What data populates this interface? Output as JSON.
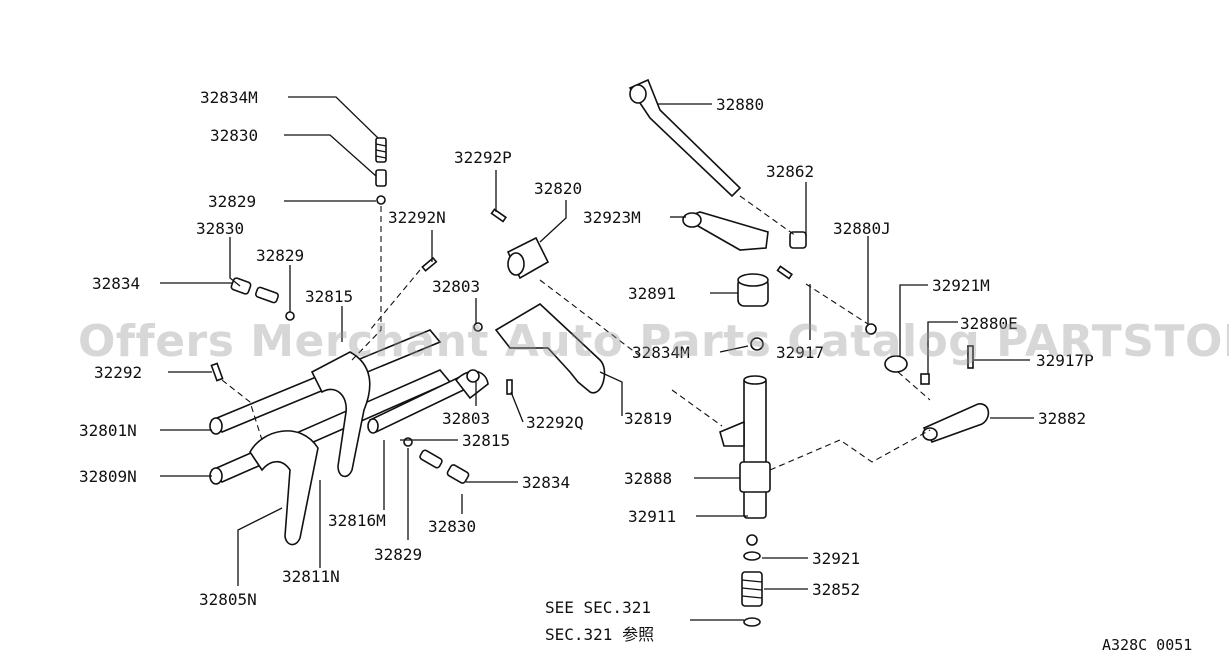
{
  "watermark": "Offers Merchant Auto Parts Catalog PARTSTORE.SA",
  "diagram_code": "A328C 0051",
  "see_note": [
    "SEE SEC.321",
    "SEC.321 参照"
  ],
  "labels": {
    "p32834M": "32834M",
    "p32830a": "32830",
    "p32829a": "32829",
    "p32830b": "32830",
    "p32829b": "32829",
    "p32834a": "32834",
    "p32292N": "32292N",
    "p32815a": "32815",
    "p32803a": "32803",
    "p32292": "32292",
    "p32801N": "32801N",
    "p32809N": "32809N",
    "p32816M": "32816M",
    "p32830c": "32830",
    "p32829c": "32829",
    "p32811N": "32811N",
    "p32805N": "32805N",
    "p32803b": "32803",
    "p32815b": "32815",
    "p32834b": "32834",
    "p32292P": "32292P",
    "p32820": "32820",
    "p32292Q": "32292Q",
    "p32819": "32819",
    "p32880": "32880",
    "p32862": "32862",
    "p32923M": "32923M",
    "p32880J": "32880J",
    "p32891": "32891",
    "p32921M": "32921M",
    "p32917": "32917",
    "p32834M2": "32834M",
    "p32880E": "32880E",
    "p32917P": "32917P",
    "p32882": "32882",
    "p32888": "32888",
    "p32911": "32911",
    "p32921": "32921",
    "p32852": "32852"
  }
}
